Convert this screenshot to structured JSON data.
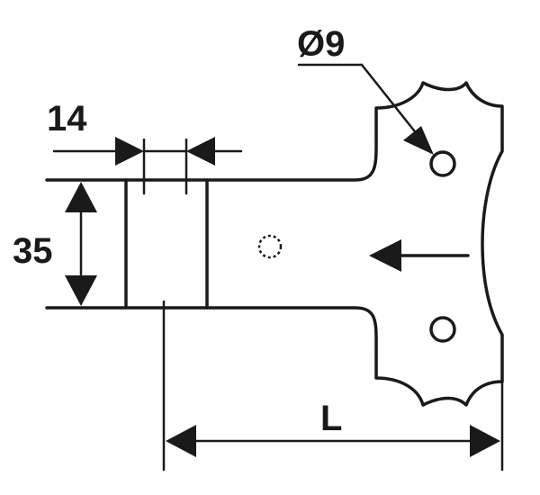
{
  "drawing": {
    "dimensions": {
      "hole_diameter": "Ø9",
      "slot_width": "14",
      "strap_height": "35",
      "overall_length": "L"
    }
  }
}
